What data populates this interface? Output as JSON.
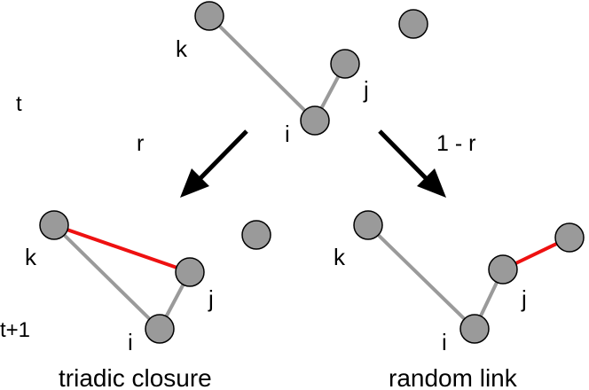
{
  "colors": {
    "node_fill": "#9a9a9a",
    "node_stroke": "#000000",
    "edge_gray": "#9a9a9a",
    "edge_new": "#ee1111",
    "arrow": "#000000",
    "text": "#000000"
  },
  "time_labels": {
    "before": "t",
    "after": "t+1"
  },
  "transitions": {
    "left_probability": "r",
    "right_probability": "1 - r"
  },
  "panels": {
    "top": {
      "node_labels": {
        "k": "k",
        "j": "j",
        "i": "i"
      }
    },
    "left": {
      "node_labels": {
        "k": "k",
        "j": "j",
        "i": "i"
      },
      "caption": "triadic closure"
    },
    "right": {
      "node_labels": {
        "k": "k",
        "j": "j",
        "i": "i"
      },
      "caption": "random link"
    }
  }
}
